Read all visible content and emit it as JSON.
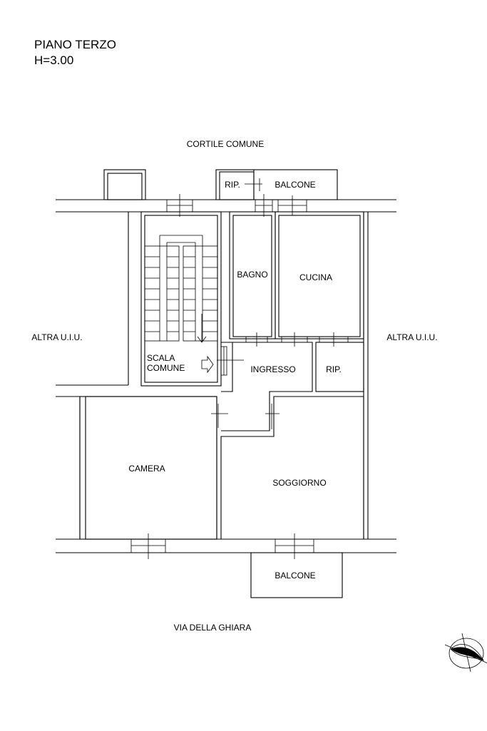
{
  "header": {
    "floor": "PIANO TERZO",
    "height": "H=3.00"
  },
  "labels": {
    "courtyard": "CORTILE COMUNE",
    "street": "VIA DELLA GHIARA",
    "other_left": "ALTRA U.I.U.",
    "other_right": "ALTRA U.I.U.",
    "storage_top": "RIP.",
    "balcony_top": "BALCONE",
    "bathroom": "BAGNO",
    "kitchen": "CUCINA",
    "stair_line1": "SCALA",
    "stair_line2": "COMUNE",
    "entrance": "INGRESSO",
    "storage_mid": "RIP.",
    "bedroom": "CAMERA",
    "living": "SOGGIORNO",
    "balcony_bottom": "BALCONE"
  }
}
